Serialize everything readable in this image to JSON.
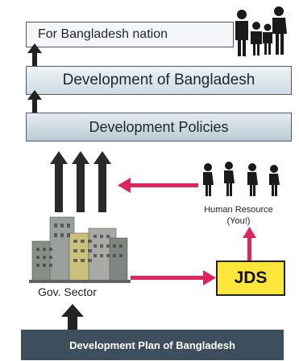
{
  "diagram": {
    "top_box": "For Bangladesh nation",
    "development_box": "Development of Bangladesh",
    "policies_box": "Development Policies",
    "human_resource_label": "Human Resource",
    "human_resource_sub": "(You!)",
    "jds_label": "JDS",
    "gov_sector_label": "Gov. Sector",
    "bottom_bar": "Development Plan of Bangladesh"
  },
  "colors": {
    "arrow_red": "#e0245e",
    "arrow_dark": "#222222",
    "jds_yellow": "#ffe63a",
    "bottom_bar": "#3d4f5d"
  }
}
